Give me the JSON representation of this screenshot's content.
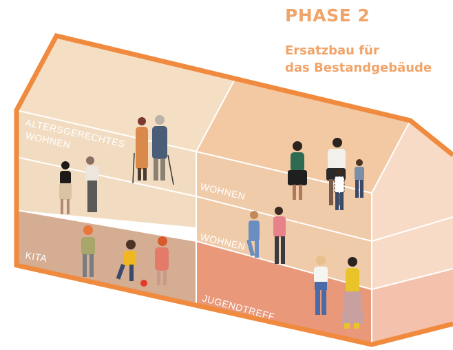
{
  "heading": {
    "phase": "PHASE 2",
    "subtitle_line1": "Ersatzbau für",
    "subtitle_line2": "das Bestandgebäude"
  },
  "zones": {
    "altersgerechtes_line1": "ALTERSGERECHTES",
    "altersgerechtes_line2": "WOHNEN",
    "wohnen_upper": "WOHNEN",
    "wohnen_lower": "WOHNEN",
    "kita": "KITA",
    "jugendtreff": "JUGENDTREFF"
  },
  "colors": {
    "accent": "#f0a46a",
    "frame": "#f08a3e",
    "roof_left": "#f5dfc4",
    "roof_right": "#f3c9a3",
    "altersgerechtes": "#f2dcc1",
    "wohnen": "#f0cbaa",
    "kita": "#d4ad92",
    "jugendtreff": "#e9987a",
    "gable": "#f8dbc6",
    "gable_lower": "#f4c2ac"
  },
  "icons": [
    "person-figure-icon",
    "ball-icon"
  ]
}
